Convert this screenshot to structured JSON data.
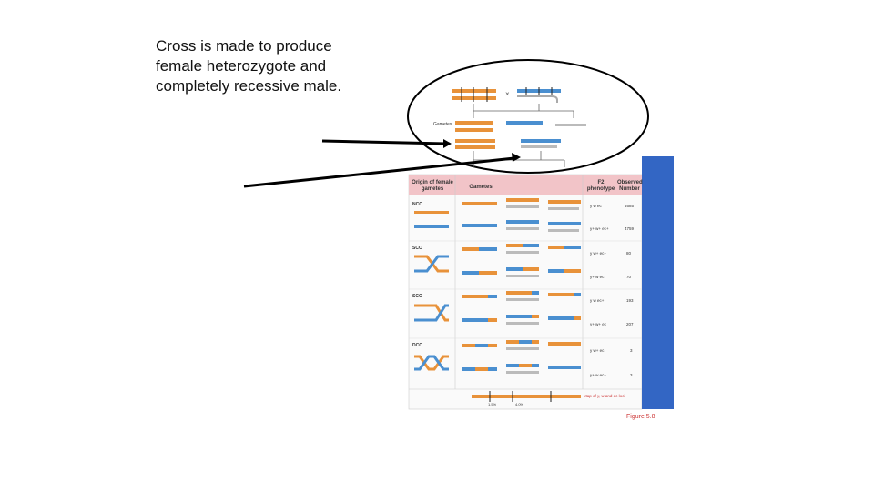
{
  "caption": {
    "lines": [
      "Cross is made to produce",
      "female heterozygote and",
      "completely recessive male."
    ]
  },
  "figure": {
    "label": "Figure 5.8",
    "top_cross": {
      "gametes_label": "Gametes"
    },
    "table_headers": {
      "origin": "Origin of female gametes",
      "gametes": "Gametes",
      "f2": "F2 phenotype",
      "observed": "Observed Number"
    },
    "row_groups": [
      "NCO",
      "SCO",
      "SCO",
      "DCO"
    ],
    "rows": [
      {
        "n": "1",
        "phenotype": "y  w  ec",
        "count": "4685"
      },
      {
        "n": "2",
        "phenotype": "y+ w+ ec+",
        "count": "4759"
      },
      {
        "n": "3",
        "phenotype": "y  w+ ec+",
        "count": "80"
      },
      {
        "n": "4",
        "phenotype": "y+ w  ec",
        "count": "70"
      },
      {
        "n": "5",
        "phenotype": "y  w  ec+",
        "count": "193"
      },
      {
        "n": "6",
        "phenotype": "y+ w+ ec",
        "count": "207"
      },
      {
        "n": "7",
        "phenotype": "y  w+ ec",
        "count": "3"
      },
      {
        "n": "8",
        "phenotype": "y+ w  ec+",
        "count": "3"
      }
    ],
    "map_label": "Map of y, w and ec loci",
    "map_values": [
      "1.5%",
      "4.0%"
    ],
    "colors": {
      "orange_chromosome": "#e8923a",
      "blue_chromosome": "#4a8fd0",
      "blue_panel": "#3366c4",
      "header_pink": "#f2c4c8",
      "caption_text": "#111111"
    }
  }
}
